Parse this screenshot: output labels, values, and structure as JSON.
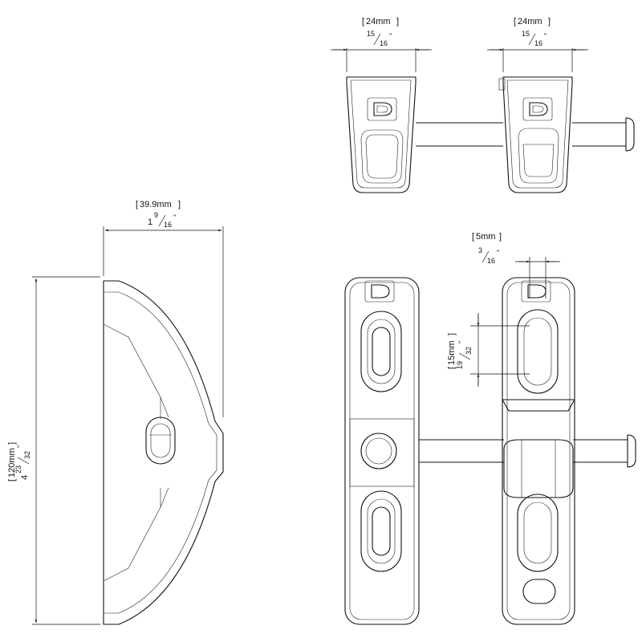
{
  "dimensions": {
    "top_left_width": {
      "metric": "24mm",
      "whole": "",
      "num": "15",
      "den": "16",
      "unit": "\""
    },
    "top_right_width": {
      "metric": "24mm",
      "whole": "",
      "num": "15",
      "den": "16",
      "unit": "\""
    },
    "side_width": {
      "metric": "39.9mm",
      "whole": "1",
      "num": "9",
      "den": "16",
      "unit": "\""
    },
    "side_height": {
      "metric": "120mm",
      "whole": "4",
      "num": "23",
      "den": "32",
      "unit": "\""
    },
    "gap_width": {
      "metric": "5mm",
      "whole": "",
      "num": "3",
      "den": "16",
      "unit": "\""
    },
    "slot_height": {
      "metric": "15mm",
      "whole": "",
      "num": "19",
      "den": "32",
      "unit": "\""
    }
  },
  "brand_logo": "D"
}
